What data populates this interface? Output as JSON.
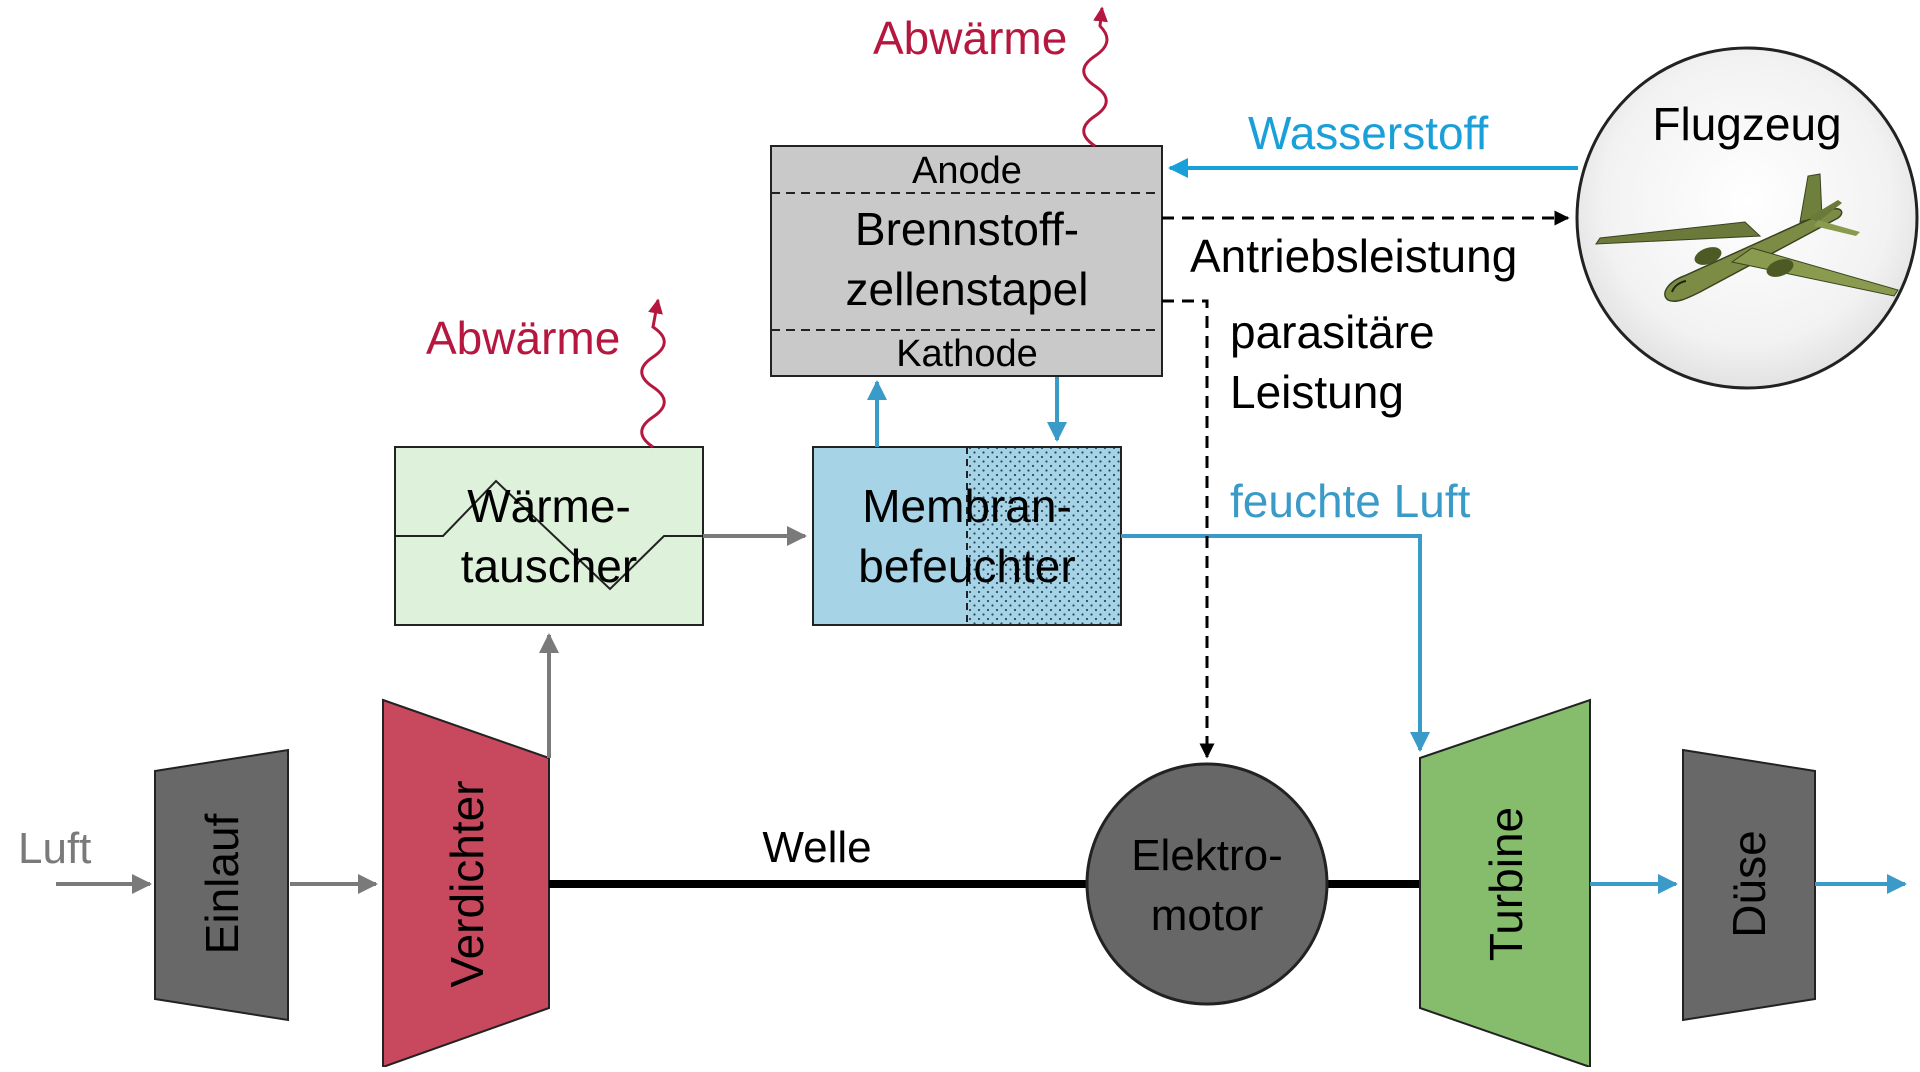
{
  "colors": {
    "air": "#7a7a7a",
    "hydrogen": "#1aa0d8",
    "humid_air": "#3a9ac8",
    "waste_heat": "#b5173f",
    "power": "#000000",
    "compressor_fill": "#c8485e",
    "turbine_fill": "#86bd6c",
    "grey_component_fill": "#686868",
    "motor_fill": "#676767",
    "fuel_cell_fill": "#c9c9c9",
    "heat_exchanger_fill": "#def1da",
    "humidifier_fill": "#a6d3e6"
  },
  "labels": {
    "air_in": "Luft",
    "inlet": "Einlauf",
    "compressor": "Verdichter",
    "shaft": "Welle",
    "motor_line1": "Elektro-",
    "motor_line2": "motor",
    "turbine": "Turbine",
    "nozzle": "Düse",
    "heat_exchanger_line1": "Wärme-",
    "heat_exchanger_line2": "tauscher",
    "humidifier_line1": "Membran-",
    "humidifier_line2": "befeuchter",
    "anode": "Anode",
    "stack_line1": "Brennstoff-",
    "stack_line2": "zellenstapel",
    "cathode": "Kathode",
    "waste_heat_top": "Abwärme",
    "waste_heat_left": "Abwärme",
    "hydrogen": "Wasserstoff",
    "aircraft": "Flugzeug",
    "propulsion_power": "Antriebsleistung",
    "parasitic_line1": "parasitäre",
    "parasitic_line2": "Leistung",
    "humid_air": "feuchte Luft"
  }
}
